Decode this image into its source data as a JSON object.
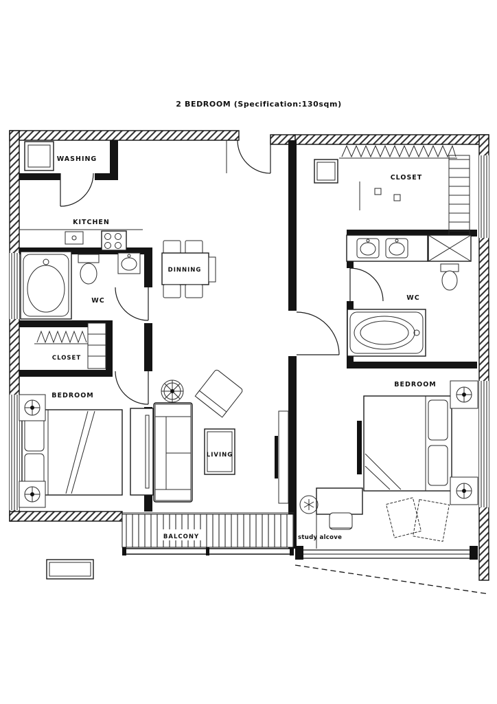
{
  "title": "2 BEDROOM (Specification:130sqm)",
  "labels": {
    "washing": "WASHING",
    "kitchen": "KITCHEN",
    "dining": "DINNING",
    "wc_left": "WC",
    "closet_left": "CLOSET",
    "bedroom_left": "BEDROOM",
    "living": "LIVING",
    "balcony": "BALCONY",
    "closet_right": "CLOSET",
    "wc_right": "WC",
    "bedroom_right": "BEDROOM",
    "study": "study alcove"
  },
  "colors": {
    "line": "#111111",
    "background": "#ffffff"
  }
}
